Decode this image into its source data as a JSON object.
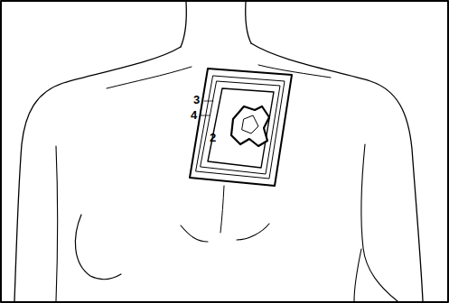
{
  "diagram": {
    "labels": [
      "3",
      "4",
      "2"
    ]
  }
}
